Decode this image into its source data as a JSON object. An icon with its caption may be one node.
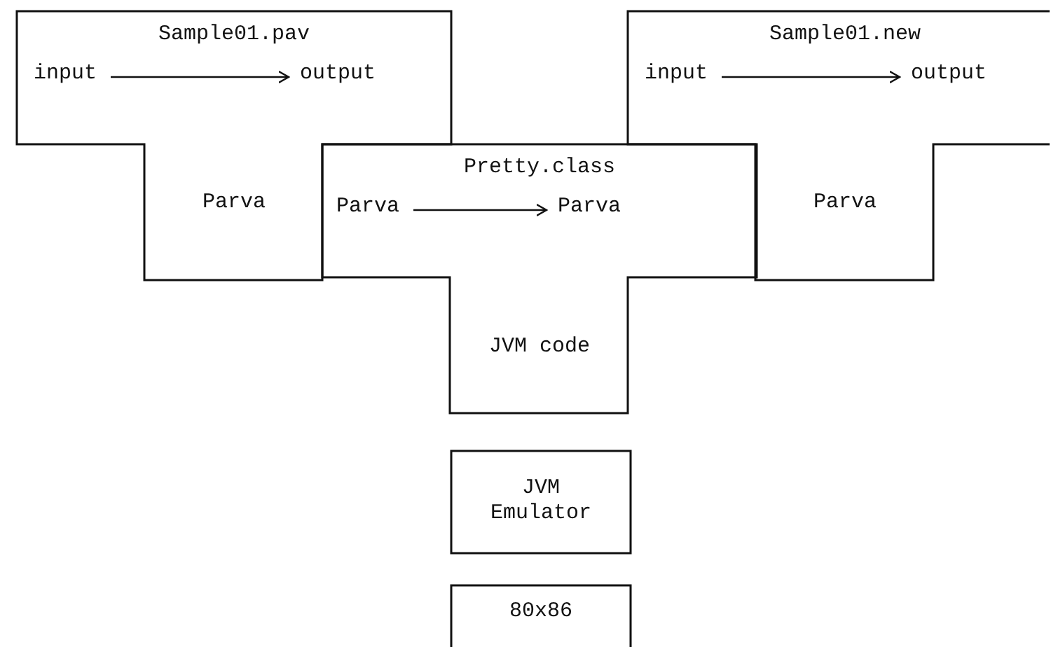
{
  "diagram": {
    "nodes": [
      {
        "text": [
          "Sample01.pav",
          "Parva"
        ]
      },
      {
        "text": [
          "input"
        ],
        "in": 0
      },
      {
        "text": [
          "output"
        ],
        "in": 0
      },
      {
        "text": [
          "Pretty.class",
          "JVM code"
        ]
      },
      {
        "text": [
          "Parva"
        ],
        "in": 3
      },
      {
        "text": [
          "Parva"
        ],
        "in": 3
      },
      {
        "text": [
          "Sample01.new",
          "Parva"
        ]
      },
      {
        "text": [
          "input"
        ],
        "in": 6
      },
      {
        "text": [
          "output"
        ],
        "in": 6
      },
      {
        "text": [
          "JVM Emulator"
        ]
      },
      {
        "text": [
          "80x86"
        ]
      }
    ],
    "edges": [
      {
        "from": 1,
        "to": 2,
        "arrow": "to"
      },
      {
        "from": 4,
        "to": 5,
        "arrow": "to"
      },
      {
        "from": 7,
        "to": 8,
        "arrow": "to"
      }
    ]
  }
}
